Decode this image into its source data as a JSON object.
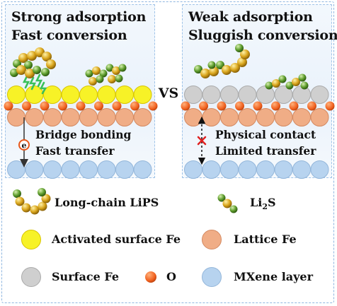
{
  "left_panel": {
    "title_line1": "Strong adsorption",
    "title_line2": "Fast conversion",
    "note_line1": "Bridge bonding",
    "note_line2": "Fast transfer",
    "electron_label": "e"
  },
  "right_panel": {
    "title_line1": "Weak adsorption",
    "title_line2": "Sluggish conversion",
    "note_line1": "Physical contact",
    "note_line2": "Limited transfer"
  },
  "vs_label": "VS",
  "legend": {
    "long_chain": "Long-chain LiPS",
    "li2s_main": "Li",
    "li2s_sub": "2",
    "li2s_tail": "S",
    "activated_fe": "Activated surface Fe",
    "lattice_fe": "Lattice Fe",
    "surface_fe": "Surface Fe",
    "oxygen": "O",
    "mxene": "MXene layer"
  },
  "colors": {
    "activated_fe": "#f7f227",
    "lattice_fe": "#f0ad86",
    "surface_fe": "#cfcfcf",
    "oxygen": "#f0601e",
    "mxene": "#b7d3ef",
    "sulfur": "#d9a51c",
    "lithium": "#5f9e2e",
    "bond": "#39c05a",
    "cross": "#e02020"
  }
}
